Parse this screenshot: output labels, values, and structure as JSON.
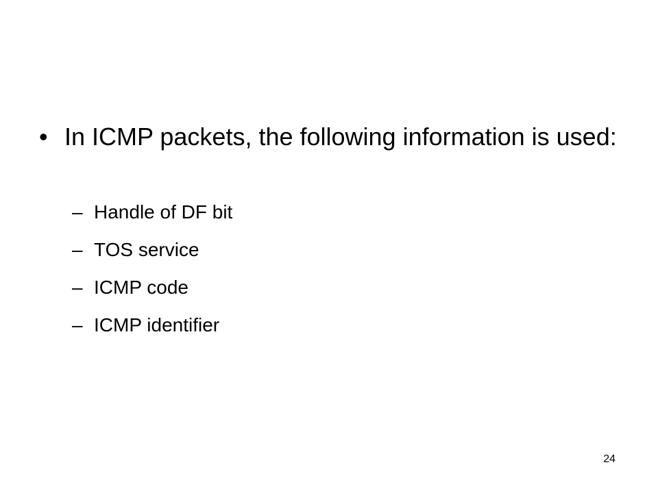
{
  "slide": {
    "main_bullet": {
      "marker": "•",
      "text": "In ICMP packets, the following information is used:"
    },
    "sub_marker": "–",
    "sub_items": [
      "Handle of DF bit",
      "TOS service",
      "ICMP code",
      "ICMP identifier"
    ],
    "page_number": "24"
  }
}
